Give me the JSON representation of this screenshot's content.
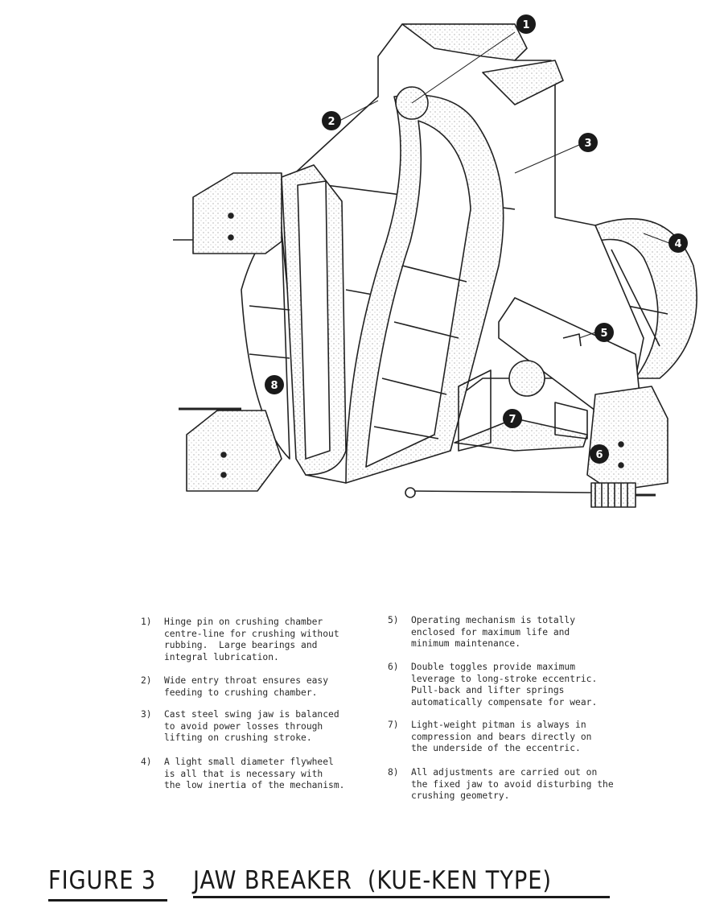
{
  "callouts": [
    "1",
    "2",
    "3",
    "4",
    "5",
    "6",
    "7",
    "8"
  ],
  "notes_left": [
    {
      "num": "1)",
      "text": "Hinge pin on crushing chamber\ncentre-line for crushing without\nrubbing.  Large bearings and\nintegral lubrication."
    },
    {
      "num": "2)",
      "text": "Wide entry throat ensures easy\nfeeding to crushing chamber."
    },
    {
      "num": "3)",
      "text": "Cast steel swing jaw is balanced\nto avoid power losses through\nlifting on crushing stroke."
    },
    {
      "num": "4)",
      "text": "A light small diameter flywheel\nis all that is necessary with\nthe low inertia of the mechanism."
    }
  ],
  "notes_right": [
    {
      "num": "5)",
      "text": "Operating mechanism is totally\nenclosed for maximum life and\nminimum maintenance."
    },
    {
      "num": "6)",
      "text": "Double toggles provide maximum\nleverage to long-stroke eccentric.\nPull-back and lifter springs\nautomatically compensate for wear."
    },
    {
      "num": "7)",
      "text": "Light-weight pitman is always in\ncompression and bears directly on\nthe underside of the eccentric."
    },
    {
      "num": "8)",
      "text": "All adjustments are carried out on\nthe fixed jaw to avoid disturbing the\ncrushing geometry."
    }
  ],
  "figure_label": "FIGURE 3",
  "figure_title": "JAW BREAKER  (KUE-KEN TYPE)"
}
